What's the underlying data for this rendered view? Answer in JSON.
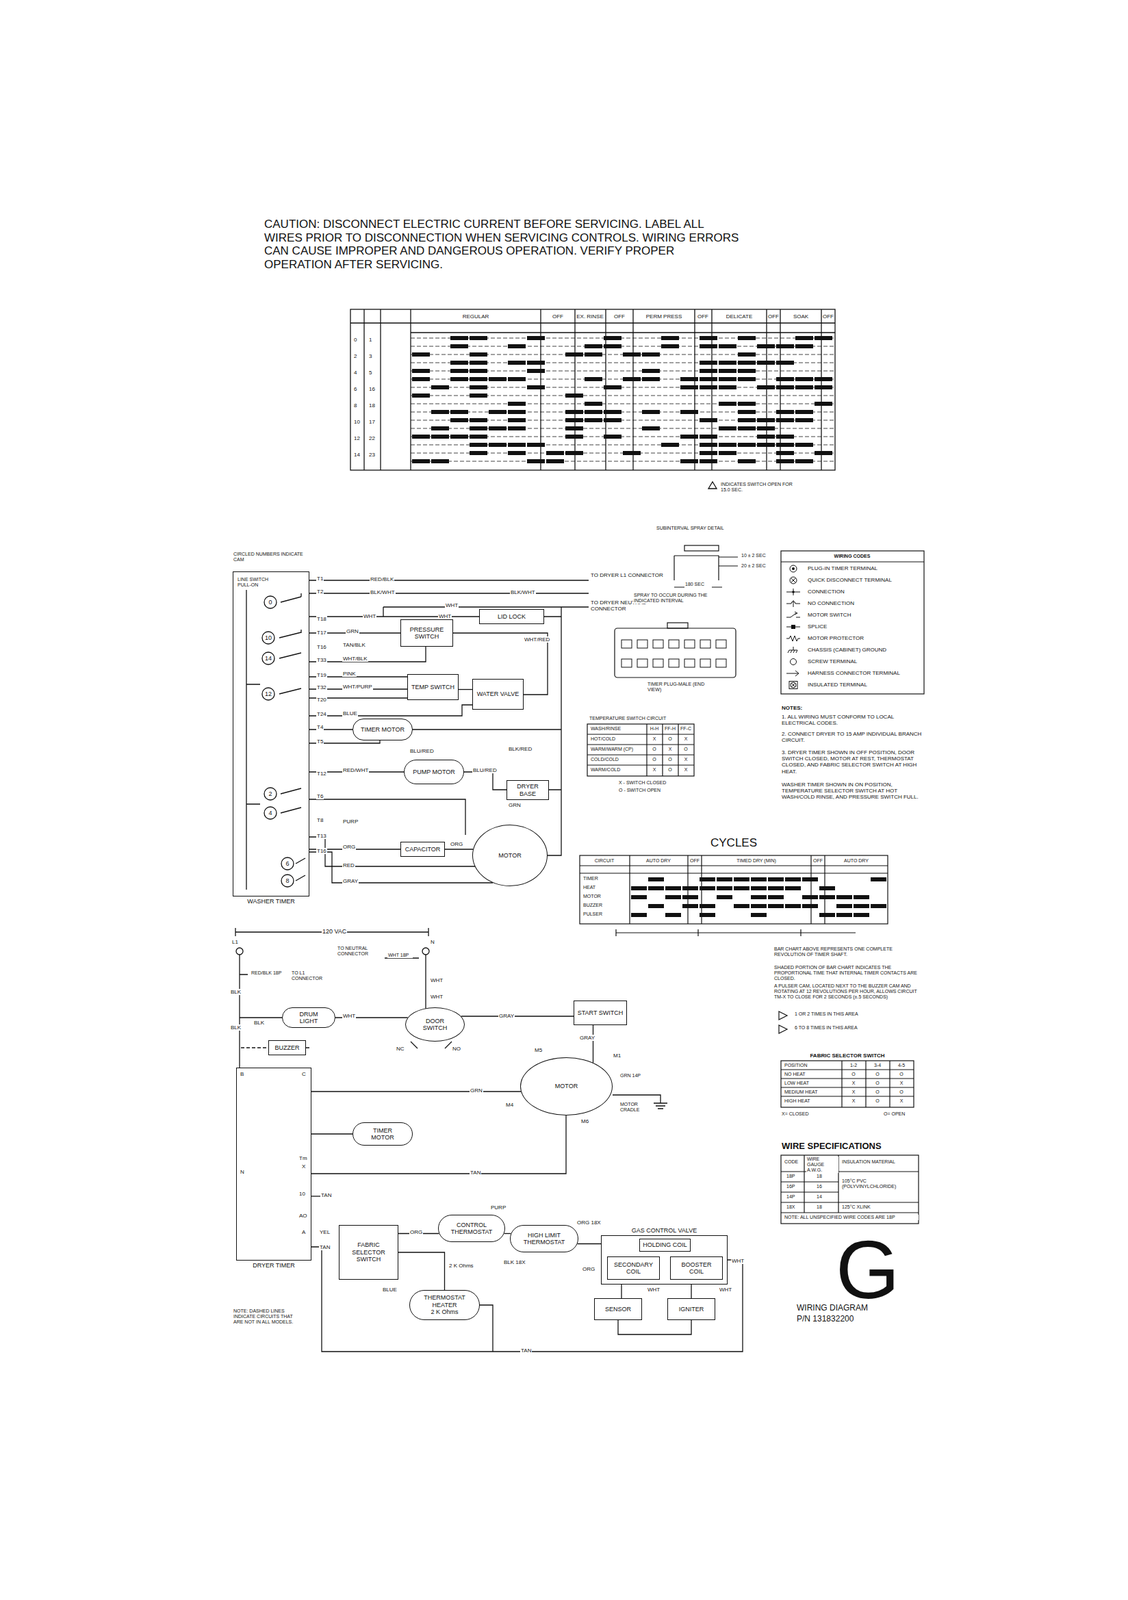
{
  "diagram": {
    "nodes": [
      {
        "text": [
          "WASHER TIMER"
        ]
      },
      {
        "text": [
          "LID LOCK"
        ]
      },
      {
        "text": [
          "PRESSURE SWITCH"
        ]
      },
      {
        "text": [
          "TEMP SWITCH"
        ]
      },
      {
        "text": [
          "WATER VALVE"
        ]
      },
      {
        "text": [
          "TIMER MOTOR"
        ]
      },
      {
        "text": [
          "PUMP MOTOR"
        ]
      },
      {
        "text": [
          "DRYER BASE"
        ]
      },
      {
        "text": [
          "CAPACITOR"
        ]
      },
      {
        "text": [
          "MOTOR"
        ]
      },
      {
        "text": [
          "DRUM LIGHT"
        ]
      },
      {
        "text": [
          "BUZZER"
        ]
      },
      {
        "text": [
          "DOOR SWITCH"
        ]
      },
      {
        "text": [
          "START SWITCH"
        ]
      },
      {
        "text": [
          "DRYER TIMER"
        ]
      },
      {
        "text": [
          "TIMER MOTOR"
        ]
      },
      {
        "text": [
          "MOTOR"
        ]
      },
      {
        "text": [
          "FABRIC SELECTOR SWITCH"
        ]
      },
      {
        "text": [
          "CONTROL THERMOSTAT"
        ]
      },
      {
        "text": [
          "THERMOSTAT HEATER",
          "2 K Ohms"
        ]
      },
      {
        "text": [
          "HIGH LIMIT THERMOSTAT"
        ]
      },
      {
        "text": [
          "GAS CONTROL VALVE"
        ]
      },
      {
        "text": [
          "HOLDING COIL"
        ],
        "in": 21
      },
      {
        "text": [
          "SECONDARY COIL"
        ],
        "in": 21
      },
      {
        "text": [
          "BOOSTER COIL"
        ],
        "in": 21
      },
      {
        "text": [
          "SENSOR"
        ]
      },
      {
        "text": [
          "IGNITER"
        ]
      }
    ],
    "edges": [
      {
        "from": 0,
        "to": 1,
        "arrow": "none"
      },
      {
        "from": 0,
        "to": 2,
        "arrow": "none"
      },
      {
        "from": 3,
        "to": 4,
        "arrow": "none"
      },
      {
        "from": 0,
        "to": 5,
        "arrow": "none"
      },
      {
        "from": 0,
        "to": 6,
        "arrow": "none"
      },
      {
        "from": 0,
        "to": 8,
        "arrow": "none"
      },
      {
        "from": 8,
        "to": 9,
        "arrow": "none"
      },
      {
        "from": 10,
        "to": 12,
        "arrow": "none"
      },
      {
        "from": 12,
        "to": 13,
        "arrow": "none"
      },
      {
        "from": 13,
        "to": 16,
        "arrow": "none"
      },
      {
        "from": 14,
        "to": 15,
        "arrow": "none"
      },
      {
        "from": 14,
        "to": 16,
        "arrow": "none"
      },
      {
        "from": 17,
        "to": 18,
        "arrow": "none"
      },
      {
        "from": 18,
        "to": 20,
        "arrow": "none"
      },
      {
        "from": 20,
        "to": 21,
        "arrow": "none"
      },
      {
        "from": 21,
        "to": 25,
        "arrow": "none"
      },
      {
        "from": 21,
        "to": 26,
        "arrow": "none"
      },
      {
        "from": 17,
        "to": 19,
        "arrow": "none"
      }
    ],
    "labels": [
      "CAUTION: DISCONNECT ELECTRIC CURRENT BEFORE SERVICING. LABEL ALL WIRES PRIOR TO DISCONNECTION WHEN SERVICING CONTROLS. WIRING ERRORS CAN CAUSE IMPROPER AND DANGEROUS OPERATION. VERIFY PROPER OPERATION AFTER SERVICING.",
      "REGULAR",
      "OFF",
      "EX. RINSE",
      "OFF",
      "PERM PRESS",
      "OFF",
      "DELICATE",
      "OFF",
      "SOAK",
      "OFF",
      "INDICATES SWITCH OPEN FOR 15.0 SEC.",
      "0",
      "1",
      "2",
      "3",
      "4",
      "5",
      "6",
      "16",
      "8",
      "18",
      "10",
      "17",
      "12",
      "22",
      "14",
      "23",
      "CIRCLED NUMBERS INDICATE CAM",
      "LINE SWITCH PULL-ON",
      "0",
      "10",
      "14",
      "12",
      "2",
      "4",
      "6",
      "8",
      "T1",
      "T2",
      "T18",
      "T17",
      "T16",
      "T33",
      "T19",
      "T32",
      "T20",
      "T24",
      "T4",
      "T5",
      "T12",
      "T6",
      "T8",
      "T13",
      "T16",
      "RED/BLK",
      "BLK/WHT",
      "BLK/WHT",
      "WHT",
      "WHT",
      "WHT",
      "GRN",
      "TAN/BLK",
      "WHT/RED",
      "WHT/BLK",
      "PINK",
      "WHT/PURP",
      "BLUE",
      "BLU/RED",
      "BLK/RED",
      "RED/WHT",
      "BLU/RED",
      "GRN",
      "PURP",
      "ORG",
      "ORG",
      "RED",
      "GRAY",
      "TO DRYER L1 CONNECTOR",
      "TO DRYER NEUTRAL CONNECTOR",
      "SUBINTERVAL SPRAY DETAIL",
      "10 ± 2 SEC",
      "20 ± 2 SEC",
      "180 SEC",
      "SPRAY TO OCCUR DURING THE INDICATED INTERVAL",
      "TIMER PLUG-MALE (END VIEW)",
      "TEMPERATURE SWITCH CIRCUIT",
      "WASH/RINSE",
      "H-H",
      "FF-H",
      "FF-C",
      "HOT/COLD",
      "X",
      "O",
      "X",
      "WARM/WARM (CP)",
      "O",
      "X",
      "O",
      "COLD/COLD",
      "O",
      "O",
      "X",
      "WARM/COLD",
      "X",
      "O",
      "X",
      "X - SWITCH CLOSED",
      "O - SWITCH OPEN",
      "WIRING CODES",
      "NOTES:",
      "1. ALL WIRING MUST CONFORM TO LOCAL ELECTRICAL CODES.",
      "2. CONNECT DRYER TO 15 AMP INDIVIDUAL BRANCH CIRCUIT.",
      "3. DRYER TIMER SHOWN IN OFF POSITION, DOOR SWITCH CLOSED, MOTOR AT REST, THERMOSTAT CLOSED, AND FABRIC SELECTOR SWITCH AT HIGH HEAT.",
      "WASHER TIMER SHOWN IN ON POSITION, TEMPERATURE SELECTOR SWITCH AT HOT WASH/COLD RINSE, AND PRESSURE SWITCH FULL.",
      "CYCLES",
      "CIRCUIT",
      "AUTO DRY",
      "OFF",
      "TIMED DRY (MIN)",
      "OFF",
      "AUTO DRY",
      "TIMER",
      "HEAT",
      "MOTOR",
      "BUZZER",
      "PULSER",
      "BAR CHART ABOVE REPRESENTS ONE COMPLETE REVOLUTION OF TIMER SHAFT.",
      "SHADED PORTION OF BAR CHART INDICATES THE PROPORTIONAL TIME THAT INTERNAL TIMER CONTACTS ARE CLOSED.",
      "A PULSER CAM, LOCATED NEXT TO THE BUZZER CAM AND ROTATING AT 12 REVOLUTIONS PER HOUR, ALLOWS CIRCUIT TM-X TO CLOSE FOR 2 SECONDS (±.5 SECONDS)",
      "1 OR 2 TIMES IN THIS AREA",
      "6 TO 8 TIMES IN THIS AREA",
      "FABRIC SELECTOR SWITCH",
      "POSITION",
      "1-2",
      "3-4",
      "4-5",
      "NO HEAT",
      "O",
      "O",
      "O",
      "LOW HEAT",
      "X",
      "O",
      "X",
      "MEDIUM HEAT",
      "X",
      "O",
      "O",
      "HIGH HEAT",
      "X",
      "O",
      "X",
      "X= CLOSED",
      "O= OPEN",
      "WIRE SPECIFICATIONS",
      "CODE",
      "WIRE GAUGE A.W.G.",
      "INSULATION MATERIAL",
      "18P",
      "18",
      "16P",
      "16",
      "14P",
      "14",
      "18X",
      "18",
      "105°C PVC (POLYVINYLCHLORIDE)",
      "125°C XLINK",
      "NOTE: ALL UNSPECIFIED WIRE CODES ARE 18P",
      "G",
      "WIRING DIAGRAM",
      "P/N 131832200",
      "120 VAC",
      "L1",
      "N",
      "TO NEUTRAL CONNECTOR",
      "WHT 18P",
      "RED/BLK 18P",
      "TO L1 CONNECTOR",
      "BLK",
      "BLK",
      "BLK",
      "WHT",
      "WHT",
      "WHT",
      "GRAY",
      "GRAY",
      "NC",
      "NO",
      "GRN",
      "GRN 14P",
      "TAN",
      "TAN",
      "YEL",
      "TAN",
      "PURP",
      "ORG",
      "BLK 18X",
      "ORG 18X",
      "ORG",
      "WHT",
      "WHT",
      "WHT",
      "TAN",
      "BLUE",
      "2 K Ohms",
      "B",
      "C",
      "N",
      "Tm",
      "X",
      "10",
      "AO",
      "A",
      "M5",
      "M1",
      "M4",
      "M6",
      "MOTOR CRADLE",
      "NOTE: DASHED LINES INDICATE CIRCUITS THAT ARE NOT IN ALL MODELS."
    ],
    "legend": [
      {
        "text": "PLUG-IN TIMER TERMINAL"
      },
      {
        "text": "QUICK DISCONNECT TERMINAL"
      },
      {
        "text": "CONNECTION"
      },
      {
        "text": "NO CONNECTION"
      },
      {
        "text": "MOTOR SWITCH"
      },
      {
        "text": "SPLICE"
      },
      {
        "text": "MOTOR PROTECTOR"
      },
      {
        "text": "CHASSIS (CABINET) GROUND"
      },
      {
        "text": "SCREW TERMINAL"
      },
      {
        "text": "HARNESS CONNECTOR TERMINAL"
      },
      {
        "text": "INSULATED TERMINAL"
      }
    ]
  }
}
